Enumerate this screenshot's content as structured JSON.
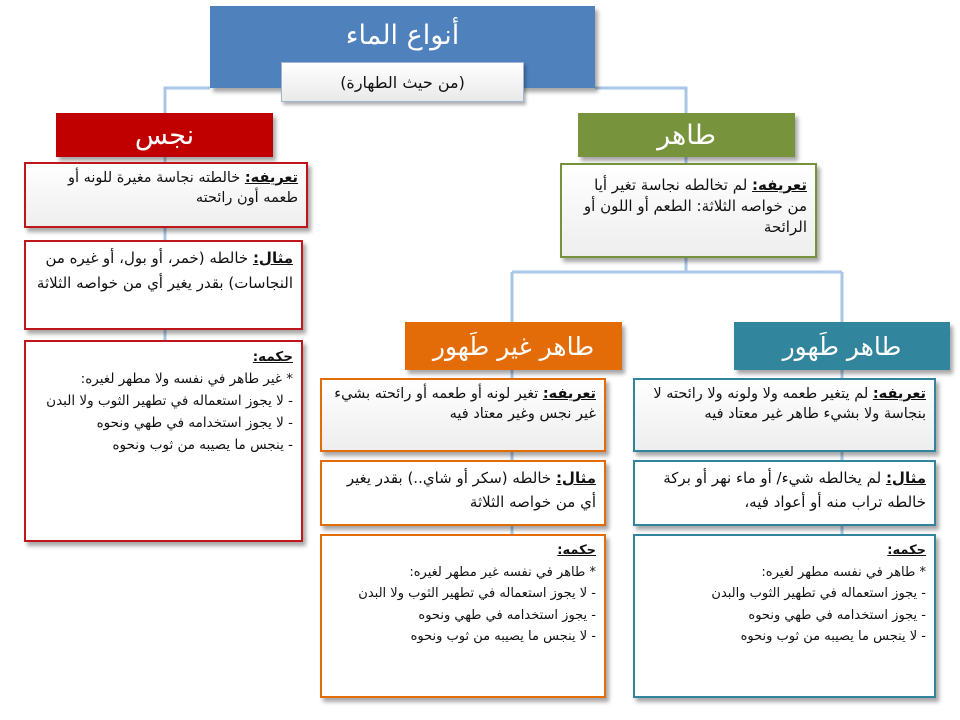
{
  "title": "أنواع الماء",
  "subtitle": "(من حيث الطهارة)",
  "colors": {
    "title": "#4f81bd",
    "najis": "#c00000",
    "tahir": "#77933c",
    "tahir_ghayr": "#e36c09",
    "tahir_tahur": "#31859c",
    "line": "#a8c6e6"
  },
  "najis": {
    "header": "نجس",
    "def_label": "تعريفه:",
    "def_text": " خالطته نجاسة مغيرة للونه أو طعمه أون رائحته",
    "ex_label": "مثال:",
    "ex_text": " خالطه (خمر، أو بول، أو غيره من النجاسات) بقدر يغير أي من خواصه الثلاثة",
    "hukm_label": "حكمه:",
    "hukm_lines": [
      "* غير طاهر في نفسه ولا مطهر لغيره:",
      "- لا يجوز استعماله في تطهير الثوب ولا البدن",
      "- لا يجوز استخدامه في طهي ونحوه",
      "- ينجس ما يصيبه من ثوب ونحوه"
    ]
  },
  "tahir": {
    "header": "طاهر",
    "def_label": "تعريفه:",
    "def_text": " لم تخالطه نجاسة تغير أيا من خواصه الثلاثة: الطعم أو اللون أو الرائحة"
  },
  "tahir_ghayr_tahur": {
    "header": "طاهر غير طَهور",
    "def_label": "تعريفه:",
    "def_text": " تغير لونه أو طعمه أو رائحته بشيء غير نجس وغير معتاد فيه",
    "ex_label": "مثال:",
    "ex_text": " خالطه (سكر أو شاي..) بقدر يغير أي من خواصه الثلاثة",
    "hukm_label": "حكمه:",
    "hukm_lines": [
      "* طاهر في نفسه غير مطهر لغيره:",
      "- لا يجوز استعماله في تطهير الثوب ولا البدن",
      "- يجوز استخدامه في طهي ونحوه",
      "- لا ينجس ما يصيبه من ثوب ونحوه"
    ]
  },
  "tahir_tahur": {
    "header": "طاهر طَهور",
    "def_label": "تعريفه:",
    "def_text": " لم يتغير طعمه ولا ولونه ولا رائحته لا بنجاسة ولا بشيء طاهر غير معتاد فيه",
    "ex_label": "مثال:",
    "ex_text": " لم يخالطه شيء/ أو ماء نهر أو بركة خالطه تراب منه أو أعواد فيه،",
    "hukm_label": "حكمه:",
    "hukm_lines": [
      "* طاهر في نفسه مطهر لغيره:",
      "- يجوز استعماله في تطهير الثوب والبدن",
      "- يجوز استخدامه في طهي ونحوه",
      "- لا ينجس ما يصيبه من ثوب ونحوه"
    ]
  }
}
